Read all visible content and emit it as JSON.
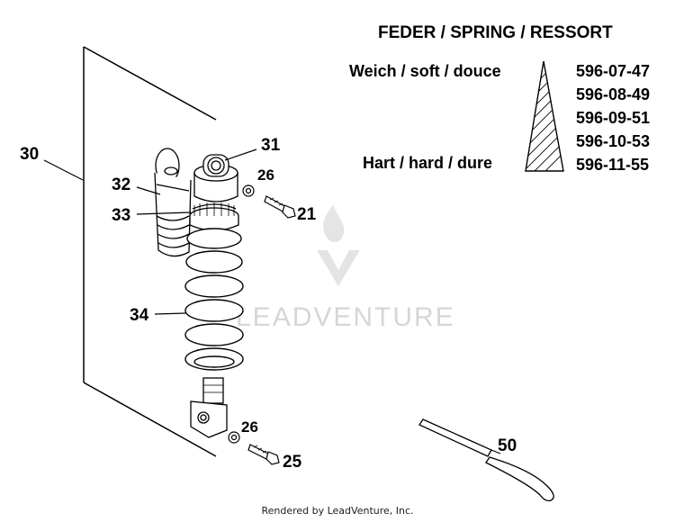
{
  "table": {
    "title": "FEDER / SPRING / RESSORT",
    "soft_label": "Weich / soft / douce",
    "hard_label": "Hart / hard / dure",
    "part_numbers": [
      "596-07-47",
      "596-08-49",
      "596-09-51",
      "596-10-53",
      "596-11-55"
    ]
  },
  "callouts": {
    "c30": "30",
    "c31": "31",
    "c32": "32",
    "c33": "33",
    "c34": "34",
    "c26_top": "26",
    "c21": "21",
    "c26_bottom": "26",
    "c25": "25",
    "c50": "50"
  },
  "watermark": "LEADVENTURE",
  "footer": "Rendered by LeadVenture, Inc."
}
